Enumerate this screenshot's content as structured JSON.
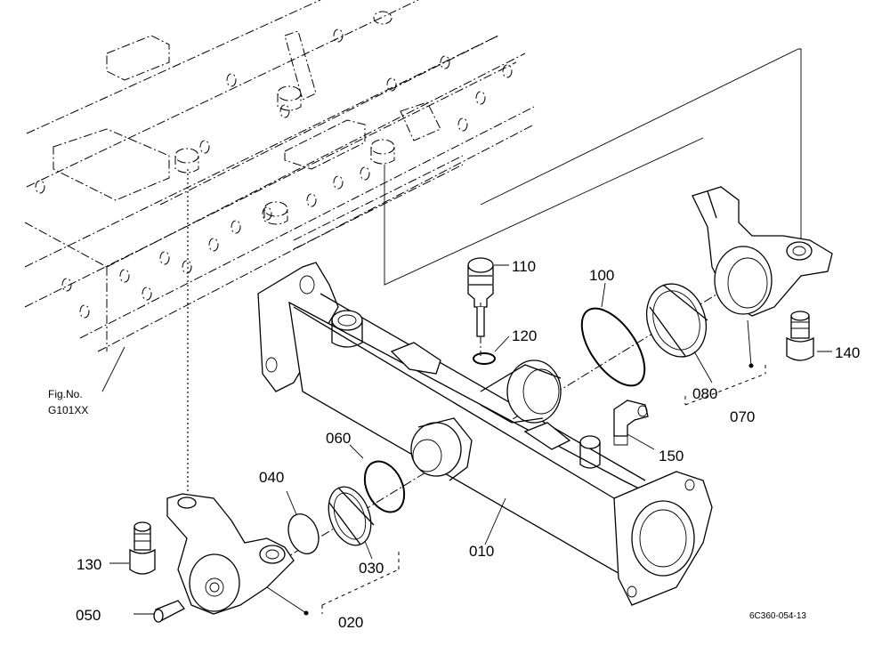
{
  "figure": {
    "fig_no_label": "Fig.No.",
    "fig_no_value": "G101XX",
    "drawing_code": "6C360-054-13"
  },
  "callouts": {
    "p010": "010",
    "p020": "020",
    "p030": "030",
    "p040": "040",
    "p050": "050",
    "p060": "060",
    "p070": "070",
    "p080": "080",
    "p100": "100",
    "p110": "110",
    "p120": "120",
    "p130": "130",
    "p140": "140",
    "p150": "150"
  }
}
